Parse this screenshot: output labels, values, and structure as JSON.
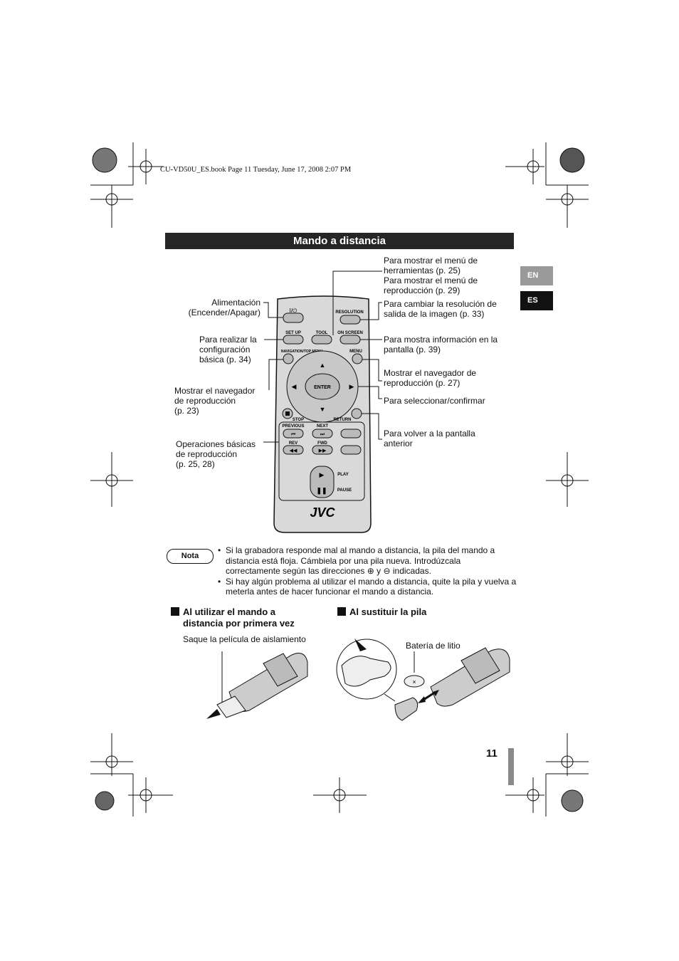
{
  "header": {
    "print_info": "CU-VD50U_ES.book  Page 11  Tuesday, June 17, 2008  2:07 PM"
  },
  "title": "Mando a distancia",
  "lang_tabs": [
    "EN",
    "ES"
  ],
  "remote": {
    "buttons": {
      "power": "I/⏻",
      "resolution": "RESOLUTION",
      "setup": "SET UP",
      "tool": "TOOL",
      "on_screen": "ON SCREEN",
      "navigation": "NAVIGATION/TOP MENU",
      "menu": "MENU",
      "enter": "ENTER",
      "stop": "STOP",
      "return": "RETURN",
      "previous": "PREVIOUS",
      "next": "NEXT",
      "rev": "REV",
      "fwd": "FWD",
      "play": "PLAY",
      "pause": "PAUSE"
    },
    "brand": "JVC"
  },
  "callouts": {
    "left": [
      [
        "Alimentación",
        "(Encender/Apagar)"
      ],
      [
        "Para realizar la",
        "configuración",
        "básica (p. 34)"
      ],
      [
        "Mostrar el navegador",
        "de reproducción",
        "(p. 23)"
      ],
      [
        "Operaciones básicas",
        "de reproducción",
        "(p. 25, 28)"
      ]
    ],
    "right": [
      [
        "Para mostrar el menú de",
        "herramientas (p. 25)",
        "Para mostrar el menú de",
        "reproducción (p. 29)"
      ],
      [
        "Para cambiar la resolución de",
        "salida de la imagen (p. 33)"
      ],
      [
        "Para mostra información en la",
        "pantalla (p. 39)"
      ],
      [
        "Mostrar el navegador de",
        "reproducción (p. 27)"
      ],
      [
        "Para seleccionar/confirmar"
      ],
      [
        "Para volver a la pantalla",
        "anterior"
      ]
    ]
  },
  "nota": {
    "label": "Nota",
    "items": [
      "Si la grabadora responde mal al mando a distancia, la pila del mando a distancia está floja. Cámbiela por una pila nueva. Introdúzcala correctamente según las direcciones ⊕ y ⊖ indicadas.",
      "Si hay algún problema al utilizar el mando a distancia, quite la pila y vuelva a meterla antes de hacer funcionar el mando a distancia."
    ]
  },
  "section_first_use": {
    "heading_line1": "Al utilizar el mando a",
    "heading_line2": "distancia por primera vez",
    "caption": "Saque la película de aislamiento"
  },
  "section_battery": {
    "heading": "Al sustituir la pila",
    "caption": "Batería de litio"
  },
  "page_number": "11"
}
